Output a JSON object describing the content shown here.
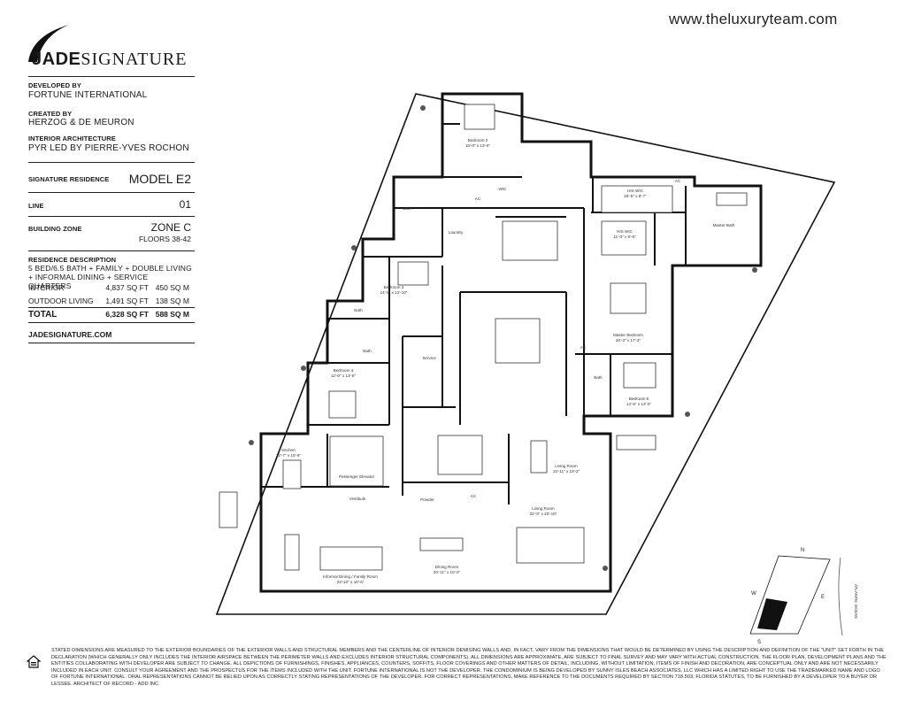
{
  "website": "www.theluxuryteam.com",
  "brand": {
    "bold": "JADE",
    "light": "SIGNATURE"
  },
  "info": {
    "developed_by_label": "DEVELOPED BY",
    "developed_by": "FORTUNE INTERNATIONAL",
    "created_by_label": "CREATED BY",
    "created_by": "HERZOG & DE MEURON",
    "interior_label": "INTERIOR ARCHITECTURE",
    "interior": "PYR LED BY PIERRE-YVES ROCHON",
    "residence_label": "SIGNATURE RESIDENCE",
    "model": "MODEL E2",
    "line_label": "LINE",
    "line": "01",
    "zone_label": "BUILDING ZONE",
    "zone": "ZONE C",
    "floors": "FLOORS 38-42",
    "description_label": "RESIDENCE DESCRIPTION",
    "description": "5 BED/6.5 BATH + FAMILY + DOUBLE LIVING + INFORMAL DINING + SERVICE QUARTERS",
    "rows": [
      {
        "name": "INTERIOR",
        "sqft": "4,837 SQ FT",
        "sqm": "450 SQ M"
      },
      {
        "name": "OUTDOOR LIVING",
        "sqft": "1,491 SQ FT",
        "sqm": "138 SQ M"
      }
    ],
    "total": {
      "name": "TOTAL",
      "sqft": "6,328 SQ FT",
      "sqm": "588 SQ M"
    },
    "site": "JADESIGNATURE.COM"
  },
  "rooms": [
    {
      "name": "Bedroom 2",
      "dims": "16'-0\" x 13'-6\""
    },
    {
      "name": "Bath",
      "dims": ""
    },
    {
      "name": "WIC",
      "dims": ""
    },
    {
      "name": "AC",
      "dims": ""
    },
    {
      "name": "Laundry",
      "dims": ""
    },
    {
      "name": "Bedroom 3",
      "dims": "14'-8\" x 12'-10\""
    },
    {
      "name": "Bath",
      "dims": ""
    },
    {
      "name": "Bath",
      "dims": ""
    },
    {
      "name": "Bedroom 4",
      "dims": "12'-0\" x 13'-6\""
    },
    {
      "name": "Service",
      "dims": ""
    },
    {
      "name": "Kitchen",
      "dims": "12'-7\" x 15'-8\""
    },
    {
      "name": "Passenger Elevator",
      "dims": ""
    },
    {
      "name": "Vestibule",
      "dims": ""
    },
    {
      "name": "Powder",
      "dims": ""
    },
    {
      "name": "AC",
      "dims": ""
    },
    {
      "name": "Informal Dining / Family Room",
      "dims": "23'-10\" x 18'-6\""
    },
    {
      "name": "Dining Room",
      "dims": "20'-11\" x 16'-2\""
    },
    {
      "name": "Living Room",
      "dims": "15'-11\" x 19'-2\""
    },
    {
      "name": "Living Room",
      "dims": "22'-3\" x 20'-10\""
    },
    {
      "name": "HIS WIC",
      "dims": "18'-5\" x 8'-7\""
    },
    {
      "name": "HIS WIC",
      "dims": "11'-0\" x 8'-6\""
    },
    {
      "name": "AC",
      "dims": ""
    },
    {
      "name": "Master Bath",
      "dims": ""
    },
    {
      "name": "Master Bedroom",
      "dims": "20'-3\" x 17'-3\""
    },
    {
      "name": "AC",
      "dims": ""
    },
    {
      "name": "Bath",
      "dims": ""
    },
    {
      "name": "Bedroom 5",
      "dims": "14'-5\" x 13'-0\""
    }
  ],
  "compass": {
    "n": "N",
    "s": "S",
    "e": "E",
    "w": "W",
    "ocean": "ATLANTIC OCEAN"
  },
  "disclaimer": "STATED DIMENSIONS ARE MEASURED TO THE EXTERIOR BOUNDARIES OF THE EXTERIOR WALLS AND STRUCTURAL MEMBERS AND THE CENTERLINE OF INTERIOR DEMISING WALLS AND, IN FACT, VARY FROM THE DIMENSIONS THAT WOULD BE DETERMINED BY USING THE DESCRIPTION AND DEFINITION OF THE \"UNIT\" SET FORTH IN THE DECLARATION (WHICH GENERALLY ONLY INCLUDES THE INTERIOR AIRSPACE BETWEEN THE PERIMETER WALLS AND EXCLUDES INTERIOR STRUCTURAL COMPONENTS). ALL DIMENSIONS ARE APPROXIMATE, ARE SUBJECT TO FINAL SURVEY AND MAY VARY WITH ACTUAL CONSTRUCTION. THE FLOOR PLAN, DEVELOPMENT PLANS AND THE ENTITIES COLLABORATING WITH DEVELOPER ARE SUBJECT TO CHANGE. ALL DEPICTIONS OF FURNISHINGS, FINISHES, APPLIANCES, COUNTERS, SOFFITS, FLOOR COVERINGS AND OTHER MATTERS OF DETAIL, INCLUDING, WITHOUT LIMITATION, ITEMS OF FINISH AND DECORATION, ARE CONCEPTUAL ONLY AND ARE NOT NECESSARILY INCLUDED IN EACH UNIT. CONSULT YOUR AGREEMENT AND THE PROSPECTUS FOR THE ITEMS INCLUDED WITH THE UNIT. FORTUNE INTERNATIONAL IS NOT THE DEVELOPER. THE CONDOMINIUM IS BEING DEVELOPED BY SUNNY ISLES BEACH ASSOCIATES, LLC WHICH HAS A LIMITED RIGHT TO USE THE TRADEMARKED NAME AND LOGO OF FORTUNE INTERNATIONAL. ORAL REPRESENTATIONS CANNOT BE RELIED UPON AS CORRECTLY STATING REPRESENTATIONS OF THE DEVELOPER. FOR CORRECT REPRESENTATIONS, MAKE REFERENCE TO THE DOCUMENTS REQUIRED BY SECTION 718.503, FLORIDA STATUTES, TO BE FURNISHED BY A DEVELOPER TO A BUYER OR LESSEE. ARCHITECT OF RECORD - ADD INC.",
  "colors": {
    "ink": "#1a1a1a",
    "wall": "#111111",
    "fill": "#ffffff"
  }
}
